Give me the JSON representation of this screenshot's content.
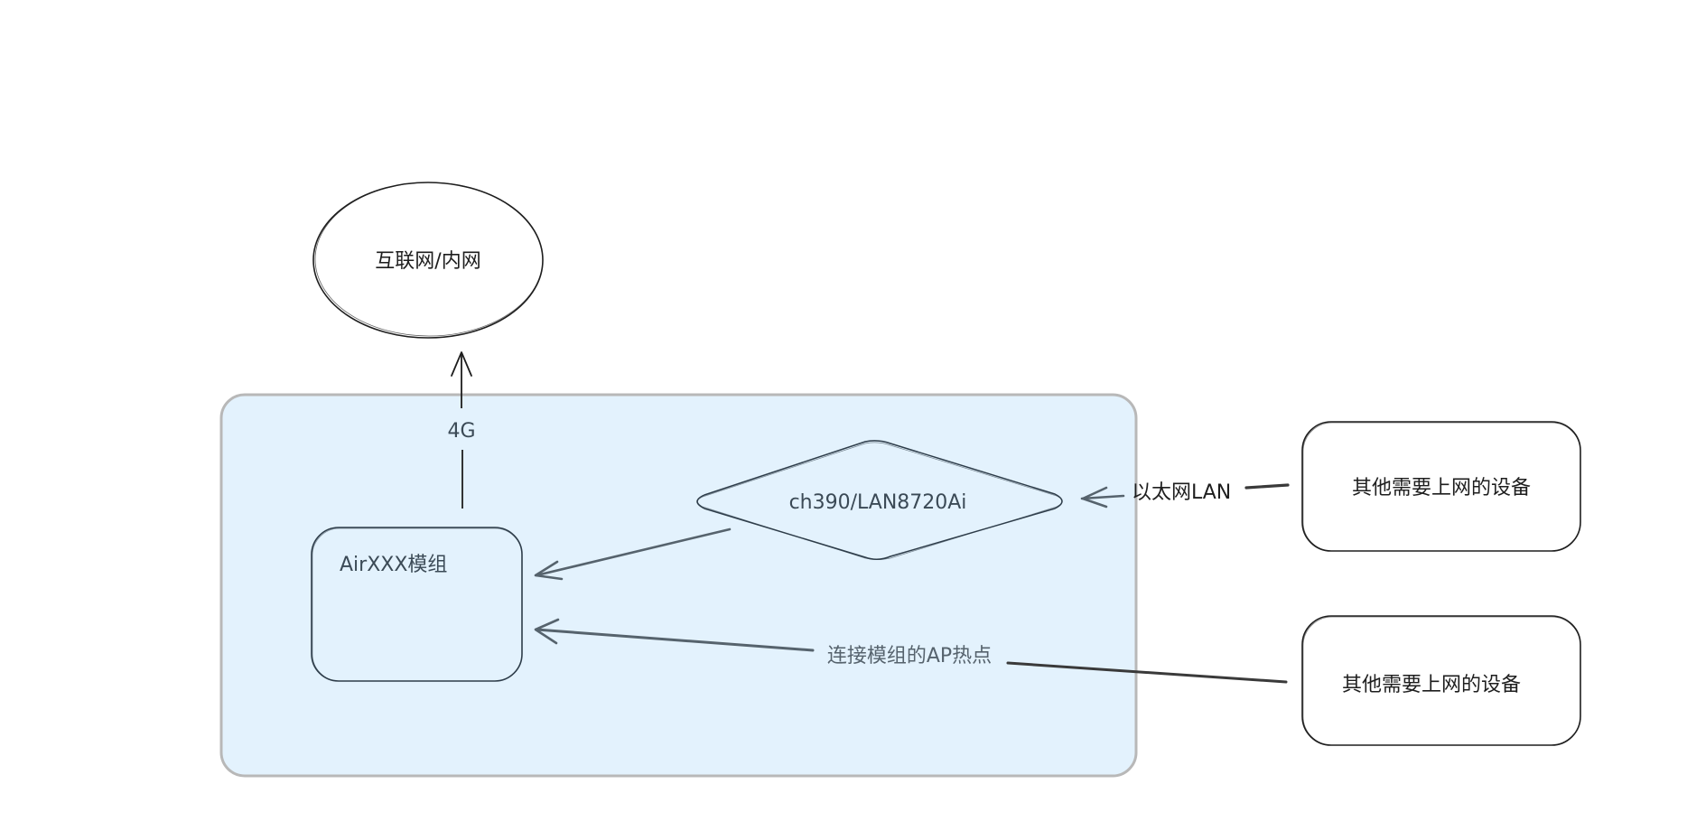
{
  "diagram": {
    "colors": {
      "background": "#ffffff",
      "container_fill": "#e3f2fd",
      "container_stroke": "#b8b8b8",
      "node_stroke": "#1e1e1e",
      "inner_stroke": "#2e3d4a",
      "arrow_stroke": "#56636d"
    },
    "nodes": {
      "internet": {
        "label": "互联网/内网",
        "shape": "ellipse"
      },
      "container": {
        "label": "",
        "shape": "rounded-rectangle"
      },
      "module": {
        "label": "AirXXX模组",
        "shape": "rounded-rectangle"
      },
      "eth_chip": {
        "label": "ch390/LAN8720Ai",
        "shape": "diamond"
      },
      "device_lan": {
        "label": "其他需要上网的设备",
        "shape": "rounded-rectangle"
      },
      "device_ap": {
        "label": "其他需要上网的设备",
        "shape": "rounded-rectangle"
      }
    },
    "edges": {
      "module_to_internet": {
        "label": "4G",
        "from": "module",
        "to": "internet"
      },
      "chip_to_module": {
        "label": "",
        "from": "eth_chip",
        "to": "module"
      },
      "device_to_chip": {
        "label": "以太网LAN",
        "from": "device_lan",
        "to": "eth_chip"
      },
      "device_to_module": {
        "label": "连接模组的AP热点",
        "from": "device_ap",
        "to": "module"
      }
    }
  }
}
